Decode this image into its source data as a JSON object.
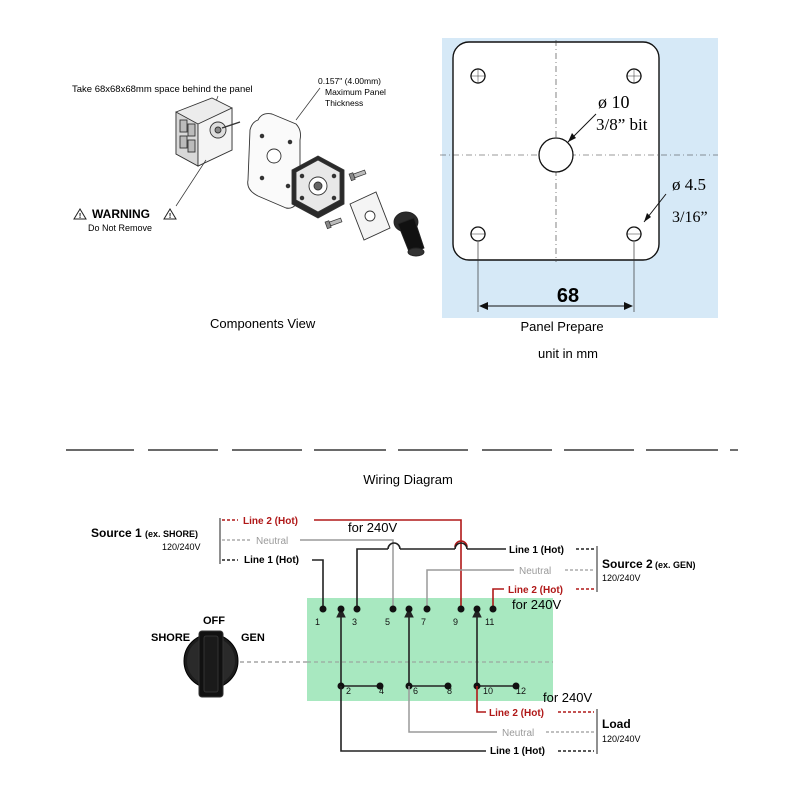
{
  "components": {
    "space_note": "Take 68x68x68mm space behind the panel",
    "thickness_line1": "0.157\" (4.00mm)",
    "thickness_line2": "Maximum Panel",
    "thickness_line3": "Thickness",
    "warning_title": "WARNING",
    "warning_sub": "Do Not Remove",
    "caption": "Components View"
  },
  "panel": {
    "center_hole_diam": "ø 10",
    "center_hole_bit": "3/8” bit",
    "corner_hole_diam": "ø 4.5",
    "corner_hole_bit": "3/16”",
    "dimension": "68",
    "caption": "Panel Prepare",
    "unit": "unit in mm",
    "bg_color": "#d6e9f7"
  },
  "wiring": {
    "title": "Wiring Diagram",
    "source1_name": "Source 1",
    "source1_ex": "(ex. SHORE)",
    "source1_voltage": "120/240V",
    "source2_name": "Source 2",
    "source2_ex": "(ex. GEN)",
    "source2_voltage": "120/240V",
    "load_name": "Load",
    "load_voltage": "120/240V",
    "line1": "Line 1 (Hot)",
    "line2": "Line 2 (Hot)",
    "neutral": "Neutral",
    "for240": "for 240V",
    "switch_shore": "SHORE",
    "switch_off": "OFF",
    "switch_gen": "GEN",
    "terminals": [
      "1",
      "2",
      "3",
      "4",
      "5",
      "6",
      "7",
      "8",
      "9",
      "10",
      "11",
      "12"
    ],
    "green_color": "#a8e8c0",
    "red_color": "#b01818",
    "gray_color": "#9a9a9a"
  }
}
